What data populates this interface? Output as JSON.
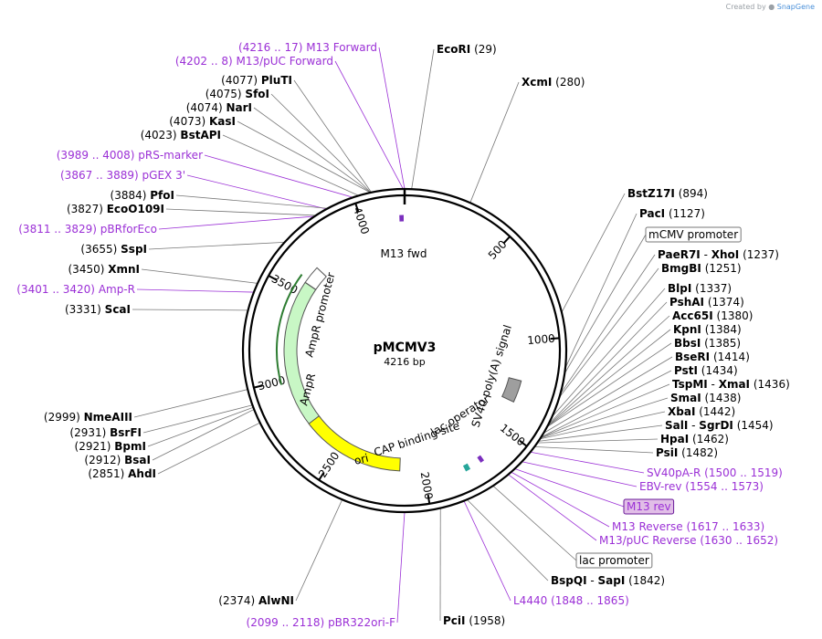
{
  "credit": {
    "prefix": "Created by",
    "brand": "SnapGene"
  },
  "plasmid": {
    "name": "pMCMV3",
    "size_label": "4216 bp",
    "length": 4216
  },
  "ticks": [
    {
      "pos": 500,
      "label": "500"
    },
    {
      "pos": 1000,
      "label": "1000"
    },
    {
      "pos": 1500,
      "label": "1500"
    },
    {
      "pos": 2000,
      "label": "2000"
    },
    {
      "pos": 2500,
      "label": "2500"
    },
    {
      "pos": 3000,
      "label": "3000"
    },
    {
      "pos": 3500,
      "label": "3500"
    },
    {
      "pos": 4000,
      "label": "4000"
    }
  ],
  "features": [
    {
      "name": "M13 fwd",
      "start": 4192,
      "end": 4209,
      "ring": 1,
      "color": "#7b2fbe",
      "arrow": false
    },
    {
      "name": "AmpR promoter",
      "start": 3566,
      "end": 3670,
      "ring": 2,
      "color": "#ffffff",
      "arrow": true
    },
    {
      "name": "AmpR",
      "start": 2705,
      "end": 3565,
      "ring": 2,
      "color": "#c8f7c5",
      "arrow": true
    },
    {
      "name": "ori",
      "start": 2135,
      "end": 2724,
      "ring": 2,
      "color": "#ffff00",
      "arrow": true
    },
    {
      "name": "CAP binding site",
      "start": 1770,
      "end": 1791,
      "ring": 1,
      "color": "#26a69a",
      "arrow": false
    },
    {
      "name": "lac operator",
      "start": 1690,
      "end": 1706,
      "ring": 1,
      "color": "#7b2fbe",
      "arrow": false
    },
    {
      "name": "SV40 poly(A) signal",
      "start": 1225,
      "end": 1350,
      "ring": 2,
      "color": "#9e9e9e",
      "arrow": true
    }
  ],
  "inner_feature_labels": [
    "AmpR promoter",
    "AmpR",
    "ori",
    "CAP binding site",
    "lac operator",
    "SV40 poly(A) signal",
    "M13 fwd"
  ],
  "labels_top": [
    {
      "kind": "primer",
      "range": "(4216 .. 17)",
      "name": "M13 Forward",
      "pos": 4216
    },
    {
      "kind": "primer",
      "range": "(4202 .. 8)",
      "name": "M13/pUC Forward",
      "pos": 4210
    },
    {
      "kind": "enzyme",
      "coord": "(4077)",
      "name": "PluTI",
      "pos": 4077
    },
    {
      "kind": "enzyme",
      "coord": "(4075)",
      "name": "SfoI",
      "pos": 4075
    },
    {
      "kind": "enzyme",
      "coord": "(4074)",
      "name": "NarI",
      "pos": 4074
    },
    {
      "kind": "enzyme",
      "coord": "(4073)",
      "name": "KasI",
      "pos": 4073
    },
    {
      "kind": "enzyme",
      "coord": "(4023)",
      "name": "BstAPI",
      "pos": 4023
    },
    {
      "kind": "primer",
      "range": "(3989 .. 4008)",
      "name": "pRS-marker",
      "pos": 3998
    },
    {
      "kind": "primer",
      "range": "(3867 .. 3889)",
      "name": "pGEX 3'",
      "pos": 3878
    },
    {
      "kind": "enzyme",
      "coord": "(3884)",
      "name": "PfoI",
      "pos": 3884
    },
    {
      "kind": "enzyme",
      "coord": "(3827)",
      "name": "EcoO109I",
      "pos": 3827
    },
    {
      "kind": "primer",
      "range": "(3811 .. 3829)",
      "name": "pBRforEco",
      "pos": 3820
    },
    {
      "kind": "enzyme",
      "coord": "(3655)",
      "name": "SspI",
      "pos": 3655
    },
    {
      "kind": "enzyme",
      "coord": "(3450)",
      "name": "XmnI",
      "pos": 3450
    },
    {
      "kind": "primer",
      "range": "(3401 .. 3420)",
      "name": "Amp-R",
      "pos": 3410
    },
    {
      "kind": "enzyme",
      "coord": "(3331)",
      "name": "ScaI",
      "pos": 3331
    },
    {
      "kind": "enzyme",
      "coord": "(2999)",
      "name": "NmeAIII",
      "pos": 2999
    },
    {
      "kind": "enzyme",
      "coord": "(2931)",
      "name": "BsrFI",
      "pos": 2931
    },
    {
      "kind": "enzyme",
      "coord": "(2921)",
      "name": "BpmI",
      "pos": 2921
    },
    {
      "kind": "enzyme",
      "coord": "(2912)",
      "name": "BsaI",
      "pos": 2912
    },
    {
      "kind": "enzyme",
      "coord": "(2851)",
      "name": "AhdI",
      "pos": 2851
    },
    {
      "kind": "enzyme",
      "coord": "(2374)",
      "name": "AlwNI",
      "pos": 2374
    },
    {
      "kind": "primer",
      "range": "(2099 .. 2118)",
      "name": "pBR322ori-F",
      "pos": 2108
    }
  ],
  "labels_right": [
    {
      "kind": "enzyme",
      "name": "EcoRI",
      "coord": "(29)",
      "pos": 29
    },
    {
      "kind": "enzyme",
      "name": "XcmI",
      "coord": "(280)",
      "pos": 280
    },
    {
      "kind": "enzyme",
      "name": "BstZ17I",
      "coord": "(894)",
      "pos": 894
    },
    {
      "kind": "enzyme",
      "name": "PacI",
      "coord": "(1127)",
      "pos": 1127
    },
    {
      "kind": "feature",
      "name": "mCMV promoter",
      "pos": 1150
    },
    {
      "kind": "enzyme",
      "name": "PaeR7I",
      "name2": "XhoI",
      "coord": "(1237)",
      "pos": 1237
    },
    {
      "kind": "enzyme",
      "name": "BmgBI",
      "coord": "(1251)",
      "pos": 1251
    },
    {
      "kind": "enzyme",
      "name": "BlpI",
      "coord": "(1337)",
      "pos": 1337
    },
    {
      "kind": "enzyme",
      "name": "PshAI",
      "coord": "(1374)",
      "pos": 1374
    },
    {
      "kind": "enzyme",
      "name": "Acc65I",
      "coord": "(1380)",
      "pos": 1380
    },
    {
      "kind": "enzyme",
      "name": "KpnI",
      "coord": "(1384)",
      "pos": 1384
    },
    {
      "kind": "enzyme",
      "name": "BbsI",
      "coord": "(1385)",
      "pos": 1385
    },
    {
      "kind": "enzyme",
      "name": "BseRI",
      "coord": "(1414)",
      "pos": 1414
    },
    {
      "kind": "enzyme",
      "name": "PstI",
      "coord": "(1434)",
      "pos": 1434
    },
    {
      "kind": "enzyme",
      "name": "TspMI",
      "name2": "XmaI",
      "coord": "(1436)",
      "pos": 1436
    },
    {
      "kind": "enzyme",
      "name": "SmaI",
      "coord": "(1438)",
      "pos": 1438
    },
    {
      "kind": "enzyme",
      "name": "XbaI",
      "coord": "(1442)",
      "pos": 1442
    },
    {
      "kind": "enzyme",
      "name": "SalI",
      "name2": "SgrDI",
      "coord": "(1454)",
      "pos": 1454
    },
    {
      "kind": "enzyme",
      "name": "HpaI",
      "coord": "(1462)",
      "pos": 1462
    },
    {
      "kind": "enzyme",
      "name": "PsiI",
      "coord": "(1482)",
      "pos": 1482
    },
    {
      "kind": "primer",
      "name": "SV40pA-R",
      "range": "(1500 .. 1519)",
      "pos": 1510
    },
    {
      "kind": "primer",
      "name": "EBV-rev",
      "range": "(1554 .. 1573)",
      "pos": 1563
    },
    {
      "kind": "primerbox",
      "name": "M13 rev",
      "pos": 1605
    },
    {
      "kind": "primer",
      "name": "M13 Reverse",
      "range": "(1617 .. 1633)",
      "pos": 1625
    },
    {
      "kind": "primer",
      "name": "M13/pUC Reverse",
      "range": "(1630 .. 1652)",
      "pos": 1641
    },
    {
      "kind": "feature",
      "name": "lac promoter",
      "pos": 1720
    },
    {
      "kind": "enzyme",
      "name": "BspQI",
      "name2": "SapI",
      "coord": "(1842)",
      "pos": 1842
    },
    {
      "kind": "primer",
      "name": "L4440",
      "range": "(1848 .. 1865)",
      "pos": 1856
    },
    {
      "kind": "enzyme",
      "name": "PciI",
      "coord": "(1958)",
      "pos": 1958
    }
  ]
}
